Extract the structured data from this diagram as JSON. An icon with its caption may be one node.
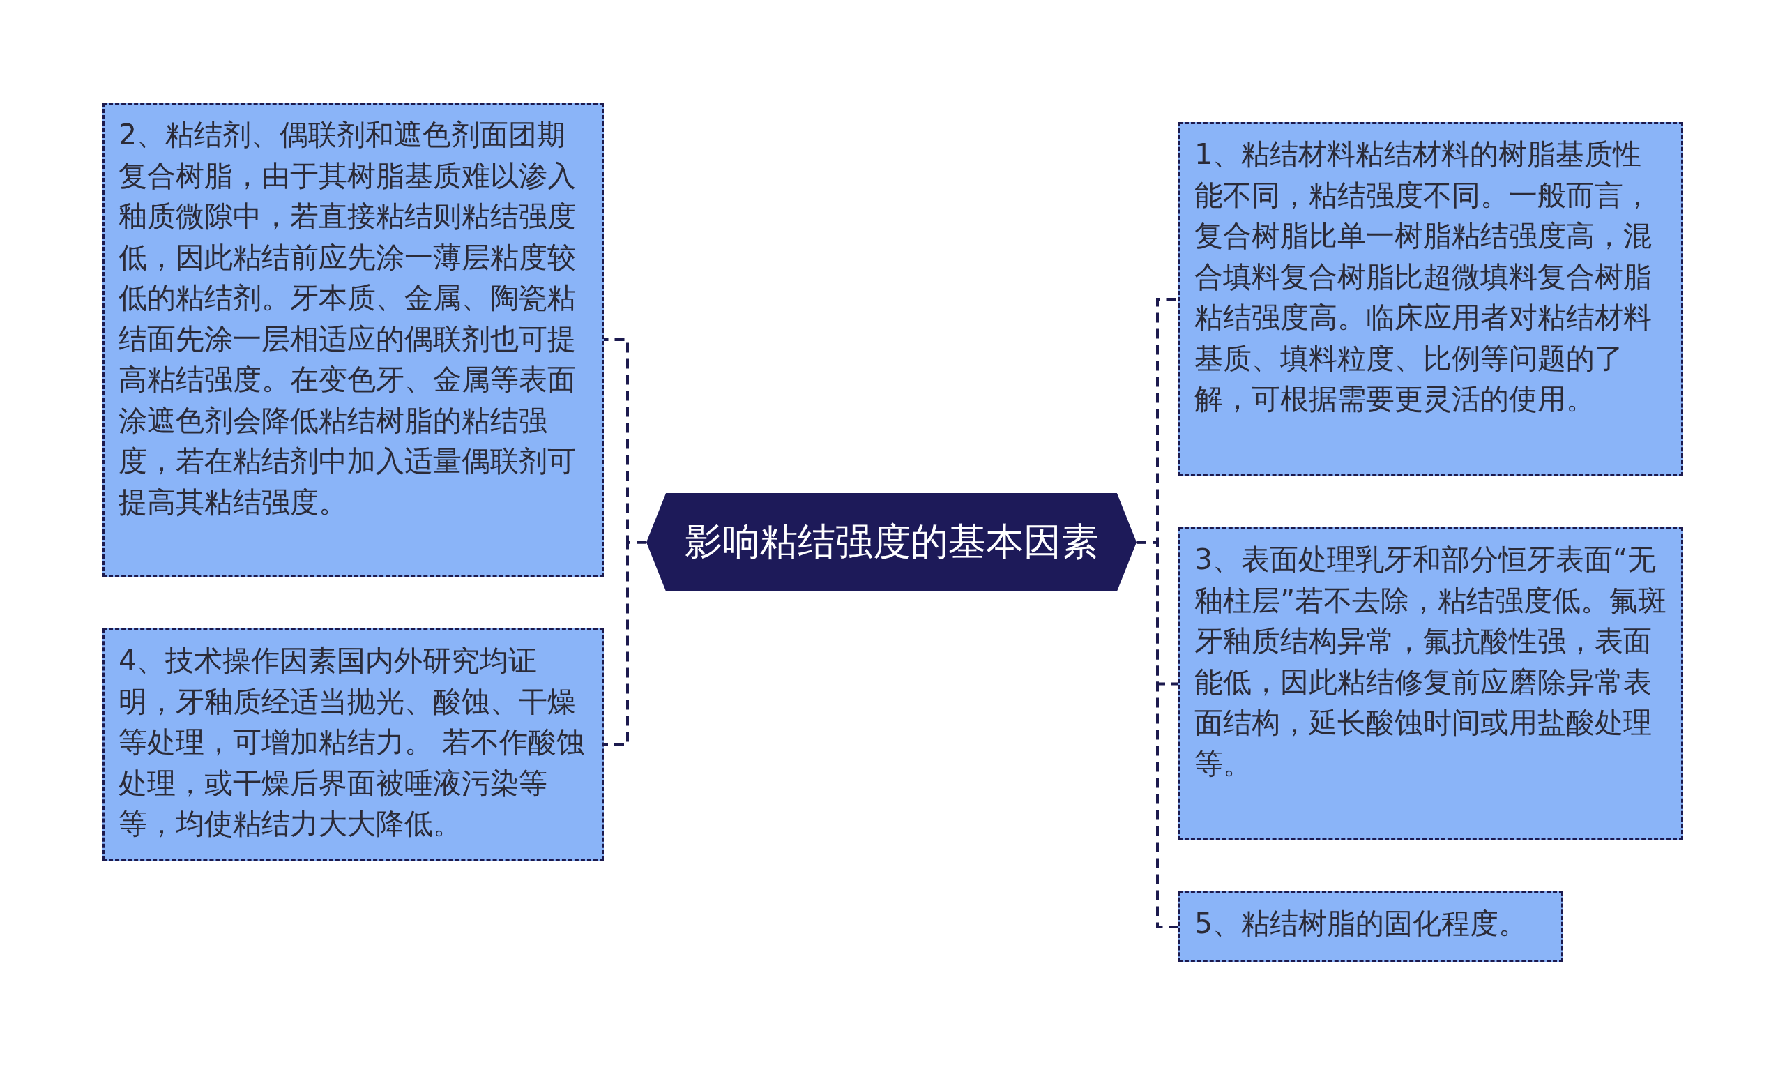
{
  "diagram": {
    "nodes": [
      {
        "text": [
          "影响粘结强度的基本因素"
        ]
      },
      {
        "text": [
          "1、粘结材料粘结材料的树脂基质性能不同，粘结强度不同。一般而言，复合树脂比单一树脂粘结强度高，混合填料复合树脂比超微填料复合树脂粘结强度高。临床应用者对粘结材料基质、填料粒度、比例等问题的了解，可根据需要更灵活的使用。"
        ]
      },
      {
        "text": [
          "2、粘结剂、偶联剂和遮色剂面团期复合树脂，由于其树脂基质难以渗入釉质微隙中，若直接粘结则粘结强度低，因此粘结前应先涂一薄层粘度较低的粘结剂。牙本质、金属、陶瓷粘结面先涂一层相适应的偶联剂也可提高粘结强度。在变色牙、金属等表面涂遮色剂会降低粘结树脂的粘结强度，若在粘结剂中加入适量偶联剂可提高其粘结强度。"
        ]
      },
      {
        "text": [
          "3、表面处理乳牙和部分恒牙表面“无釉柱层”若不去除，粘结强度低。氟斑牙釉质结构异常，氟抗酸性强，表面能低，因此粘结修复前应磨除异常表面结构，延长酸蚀时间或用盐酸处理等。"
        ]
      },
      {
        "text": [
          "4、技术操作因素国内外研究均证明，牙釉质经适当抛光、酸蚀、干燥等处理，可增加粘结力。 若不作酸蚀处理，或干燥后界面被唾液污染等等，均使粘结力大大降低。"
        ]
      },
      {
        "text": [
          "5、粘结树脂的固化程度。"
        ]
      }
    ],
    "edges": [
      {
        "from": 0,
        "to": 1,
        "arrow": "none",
        "style": "dashed"
      },
      {
        "from": 0,
        "to": 2,
        "arrow": "none",
        "style": "dashed"
      },
      {
        "from": 0,
        "to": 3,
        "arrow": "none",
        "style": "dashed"
      },
      {
        "from": 0,
        "to": 4,
        "arrow": "none",
        "style": "dashed"
      },
      {
        "from": 0,
        "to": 5,
        "arrow": "none",
        "style": "dashed"
      }
    ]
  }
}
